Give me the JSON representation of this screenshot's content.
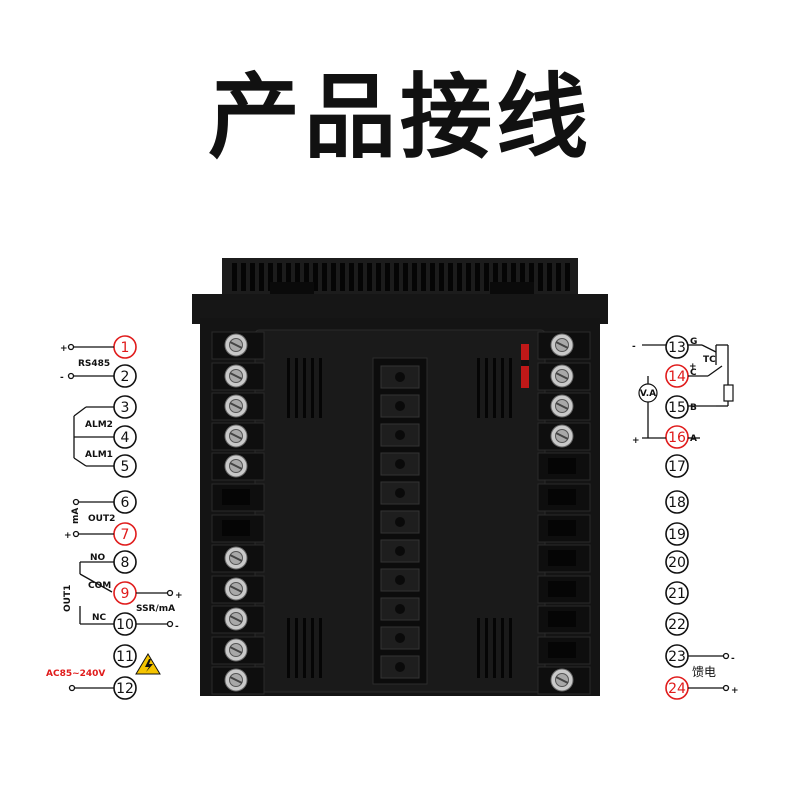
{
  "title": "产品接线",
  "colors": {
    "accent_red": "#e01b1b",
    "ink": "#111111",
    "device_body": "#141414",
    "warning_yellow": "#f5c400"
  },
  "left_labels": {
    "rs485": "RS485",
    "alm2": "ALM2",
    "alm1": "ALM1",
    "out2": "OUT2",
    "ma": "mA",
    "no": "NO",
    "com": "COM",
    "nc": "NC",
    "out1": "OUT1",
    "ssr_ma": "SSR/mA",
    "ac_supply": "AC85~240V",
    "plus": "+",
    "minus": "-"
  },
  "right_labels": {
    "g": "G",
    "c": "C",
    "b": "B",
    "a": "A",
    "tc": "TC",
    "va": "V.A",
    "feed": "馈电",
    "plus": "+",
    "minus": "-"
  },
  "left_terminals": [
    {
      "n": "1",
      "red": true
    },
    {
      "n": "2",
      "red": false
    },
    {
      "n": "3",
      "red": false
    },
    {
      "n": "4",
      "red": false
    },
    {
      "n": "5",
      "red": false
    },
    {
      "n": "6",
      "red": false
    },
    {
      "n": "7",
      "red": true
    },
    {
      "n": "8",
      "red": false
    },
    {
      "n": "9",
      "red": true
    },
    {
      "n": "10",
      "red": false
    },
    {
      "n": "11",
      "red": false
    },
    {
      "n": "12",
      "red": false
    }
  ],
  "right_terminals": [
    {
      "n": "13",
      "red": false
    },
    {
      "n": "14",
      "red": true
    },
    {
      "n": "15",
      "red": false
    },
    {
      "n": "16",
      "red": true
    },
    {
      "n": "17",
      "red": false
    },
    {
      "n": "18",
      "red": false
    },
    {
      "n": "19",
      "red": false
    },
    {
      "n": "20",
      "red": false
    },
    {
      "n": "21",
      "red": false
    },
    {
      "n": "22",
      "red": false
    },
    {
      "n": "23",
      "red": false
    },
    {
      "n": "24",
      "red": true
    }
  ]
}
